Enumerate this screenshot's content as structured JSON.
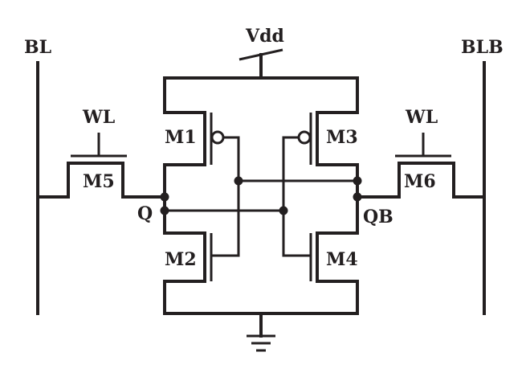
{
  "labels": {
    "vdd": "Vdd",
    "bl": "BL",
    "blb": "BLB",
    "wl_left": "WL",
    "wl_right": "WL",
    "q": "Q",
    "qb": "QB",
    "m1": "M1",
    "m2": "M2",
    "m3": "M3",
    "m4": "M4",
    "m5": "M5",
    "m6": "M6"
  },
  "colors": {
    "line": "#231f20",
    "background": "#ffffff"
  }
}
